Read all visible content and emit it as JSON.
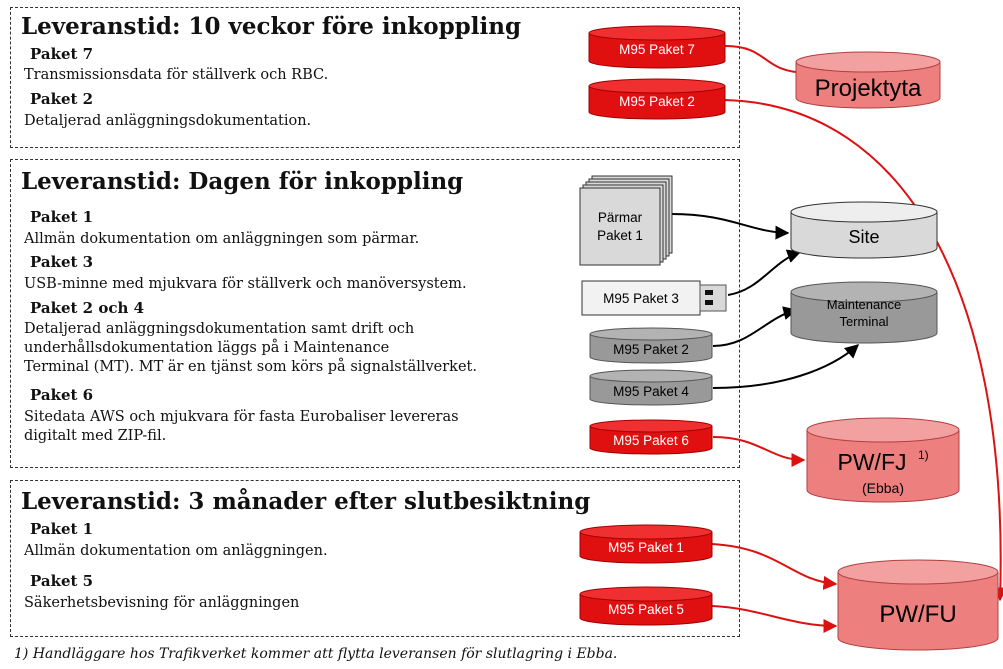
{
  "sections": [
    {
      "heading": "Leveranstid: 10 veckor före inkoppling",
      "items": [
        {
          "title": "Paket 7",
          "desc": [
            "Transmissionsdata för ställverk och RBC."
          ]
        },
        {
          "title": "Paket 2",
          "desc": [
            "Detaljerad anläggningsdokumentation."
          ]
        }
      ]
    },
    {
      "heading": "Leveranstid: Dagen för inkoppling",
      "items": [
        {
          "title": "Paket 1",
          "desc": [
            "Allmän dokumentation om anläggningen som pärmar."
          ]
        },
        {
          "title": "Paket 3",
          "desc": [
            "USB-minne med mjukvara för ställverk och manöversystem."
          ]
        },
        {
          "title": "Paket 2 och 4",
          "desc": [
            "Detaljerad anläggningsdokumentation samt drift och",
            "underhållsdokumentation läggs på i Maintenance",
            "Terminal (MT).  MT är en tjänst som körs på signalställverket."
          ]
        },
        {
          "title": "Paket 6",
          "desc": [
            "Sitedata AWS och mjukvara för fasta Eurobaliser levereras",
            "digitalt med ZIP-fil."
          ]
        }
      ]
    },
    {
      "heading": "Leveranstid: 3 månader efter slutbesiktning",
      "items": [
        {
          "title": "Paket 1",
          "desc": [
            "Allmän dokumentation om anläggningen."
          ]
        },
        {
          "title": "Paket 5",
          "desc": [
            "Säkerhetsbevisning för anläggningen"
          ]
        }
      ]
    }
  ],
  "packages": {
    "m95_paket7": "M95 Paket 7",
    "m95_paket2_top": "M95 Paket 2",
    "parmar": [
      "Pärmar",
      "Paket 1"
    ],
    "m95_paket3": "M95 Paket 3",
    "m95_paket2_grey": "M95 Paket 2",
    "m95_paket4": "M95 Paket 4",
    "m95_paket6": "M95 Paket 6",
    "m95_paket1": "M95 Paket 1",
    "m95_paket5": "M95 Paket 5"
  },
  "destinations": {
    "projektyta": "Projektyta",
    "site": "Site",
    "maintenance_terminal": [
      "Maintenance",
      "Terminal"
    ],
    "pwfj": "PW/FJ",
    "pwfj_sup": "1)",
    "pwfj_sub": "(Ebba)",
    "pwfu": "PW/FU"
  },
  "footnote": "1) Handläggare hos Trafikverket kommer att flytta leveransen för slutlagring i Ebba.",
  "colors": {
    "red_fill": "#e01010",
    "red_light_fill": "#ee7f7f",
    "grey_fill": "#999999",
    "light_grey_fill": "#d9d9d9",
    "red_line": "#dd1111",
    "black_line": "#000000"
  }
}
